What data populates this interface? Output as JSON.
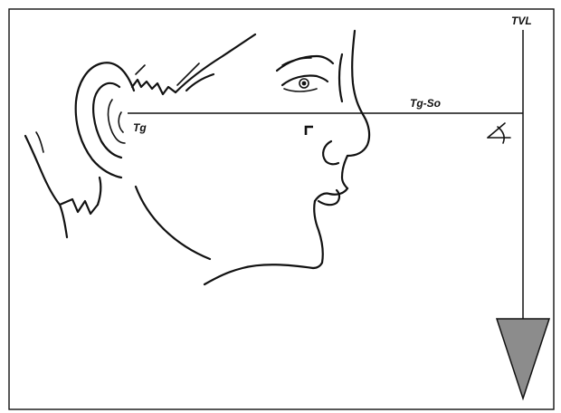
{
  "labels": {
    "tvl": "TVL",
    "tg_so": "Tg-So",
    "tg": "Tg"
  },
  "colors": {
    "line": "#111111",
    "plumb_fill": "#8c8c8c",
    "background": "#ffffff"
  },
  "icons": {
    "plumb_bob": "triangle-weight",
    "angle_mark": "angle-marker",
    "point_mark": "square-bracket-marker"
  }
}
